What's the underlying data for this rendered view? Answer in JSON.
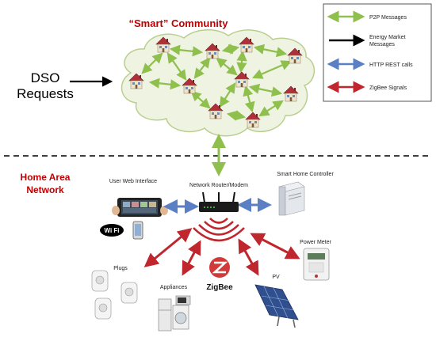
{
  "community": {
    "title": "“Smart” Community",
    "colors": {
      "title": "#c00000",
      "cloud_fill": "#eef3e2",
      "cloud_stroke": "#b9cf8f"
    }
  },
  "dso": {
    "label_line1": "DSO",
    "label_line2": "Requests"
  },
  "legend": {
    "items": [
      {
        "label": "P2P Messages",
        "color": "#8fbf4d",
        "style": "double"
      },
      {
        "label_line1": "Energy Market",
        "label_line2": "Messages",
        "color": "#000000",
        "style": "single"
      },
      {
        "label": "HTTP REST calls",
        "color": "#5a7fc4",
        "style": "double"
      },
      {
        "label": "ZigBee Signals",
        "color": "#c0262d",
        "style": "double"
      }
    ]
  },
  "han": {
    "title_line1": "Home Area",
    "title_line2": "Network",
    "title_color": "#c00000",
    "labels": {
      "user_web_interface": "User Web Interface",
      "router": "Network Router/Modem",
      "controller": "Smart Home Controller",
      "power_meter": "Power Meter",
      "plugs": "Plugs",
      "appliances": "Appliances",
      "pv": "PV",
      "zigbee_logo": "ZigBee",
      "wifi_logo": "Wi Fi"
    }
  }
}
